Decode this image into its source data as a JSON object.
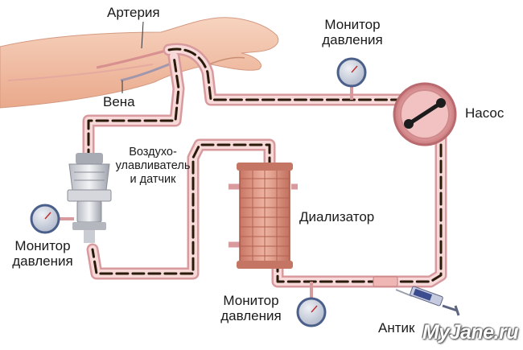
{
  "labels": {
    "artery": "Артерия",
    "vein": "Вена",
    "pressure_monitor_top_l1": "Монитор",
    "pressure_monitor_top_l2": "давления",
    "pump": "Насос",
    "air_trap_l1": "Воздухо-",
    "air_trap_l2": "улавливатель",
    "air_trap_l3": "и датчик",
    "dialyzer": "Диализатор",
    "pressure_monitor_left_l1": "Монитор",
    "pressure_monitor_left_l2": "давления",
    "pressure_monitor_bottom_l1": "Монитор",
    "pressure_monitor_bottom_l2": "давления",
    "anticoagulant": "Антик"
  },
  "watermark": "MyJane.ru",
  "colors": {
    "tube_outer": "#d99a9e",
    "tube_inner": "#f6d9d8",
    "blood_dash": "#2a1a0a",
    "skin": "#f2c1a8",
    "dialyzer": "#d8907f",
    "pump_ring": "#c06a6e",
    "gauge_blue": "#4a5f8a"
  },
  "icons": [
    "arm-illustration",
    "pressure-gauge-icon",
    "pump-rotor-icon",
    "dialyzer-icon",
    "air-trap-icon",
    "syringe-icon"
  ]
}
